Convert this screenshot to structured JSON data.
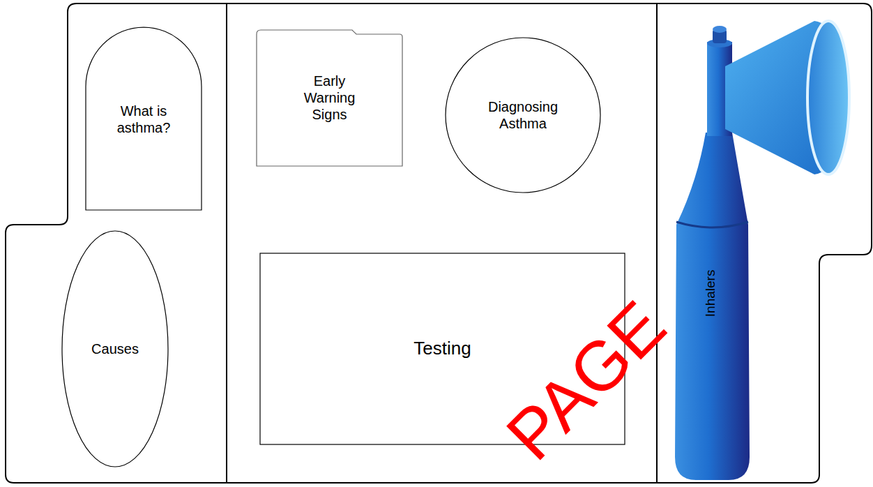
{
  "diagram": {
    "nodes": [
      {
        "text": [
          "What is asthma?"
        ]
      },
      {
        "text": [
          "Causes"
        ]
      },
      {
        "text": [
          "Early Warning Signs"
        ]
      },
      {
        "text": [
          "Diagnosing Asthma"
        ]
      },
      {
        "text": [
          "Testing"
        ]
      },
      {
        "text": [
          "Inhalers"
        ]
      }
    ],
    "labels": [
      "PAGE"
    ]
  }
}
